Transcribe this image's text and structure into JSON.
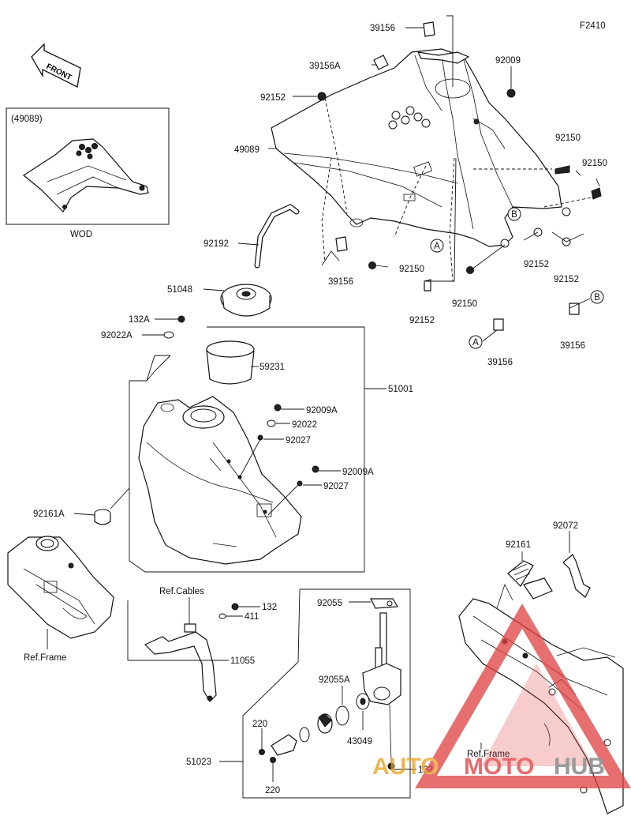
{
  "figure_code": "F2410",
  "front_arrow": "FRONT",
  "inset_part": "(49089)",
  "inset_variant": "WOD",
  "circle_markers": {
    "a": "A",
    "b": "B"
  },
  "ref_labels": {
    "cables": "Ref.Cables",
    "frame_left": "Ref.Frame",
    "frame_right": "Ref.Frame"
  },
  "parts": {
    "p39156_top": "39156",
    "p39156A": "39156A",
    "p92009": "92009",
    "p92152_top": "92152",
    "p49089": "49089",
    "p92150_a": "92150",
    "p92150_b": "92150",
    "p92192": "92192",
    "p39156_mid": "39156",
    "p92150_c": "92150",
    "p92152_mid": "92152",
    "p92152_r1": "92152",
    "p92152_r2": "92152",
    "p92150_d": "92150",
    "p51048": "51048",
    "p132A": "132A",
    "p92022A": "92022A",
    "p39156_b": "39156",
    "p39156_a": "39156",
    "p59231": "59231",
    "p51001": "51001",
    "p92009A_1": "92009A",
    "p92022": "92022",
    "p92027_1": "92027",
    "p92009A_2": "92009A",
    "p92027_2": "92027",
    "p92161A": "92161A",
    "p92072": "92072",
    "p92161": "92161",
    "p132_a": "132",
    "p411": "411",
    "p11055": "11055",
    "p92055": "92055",
    "p92055A": "92055A",
    "p43049": "43049",
    "p220_a": "220",
    "p220_b": "220",
    "p51023": "51023",
    "p132_b": "132"
  },
  "watermark": {
    "text_a": "AUTO",
    "text_b": "MOTO",
    "text_c": "HUB"
  }
}
